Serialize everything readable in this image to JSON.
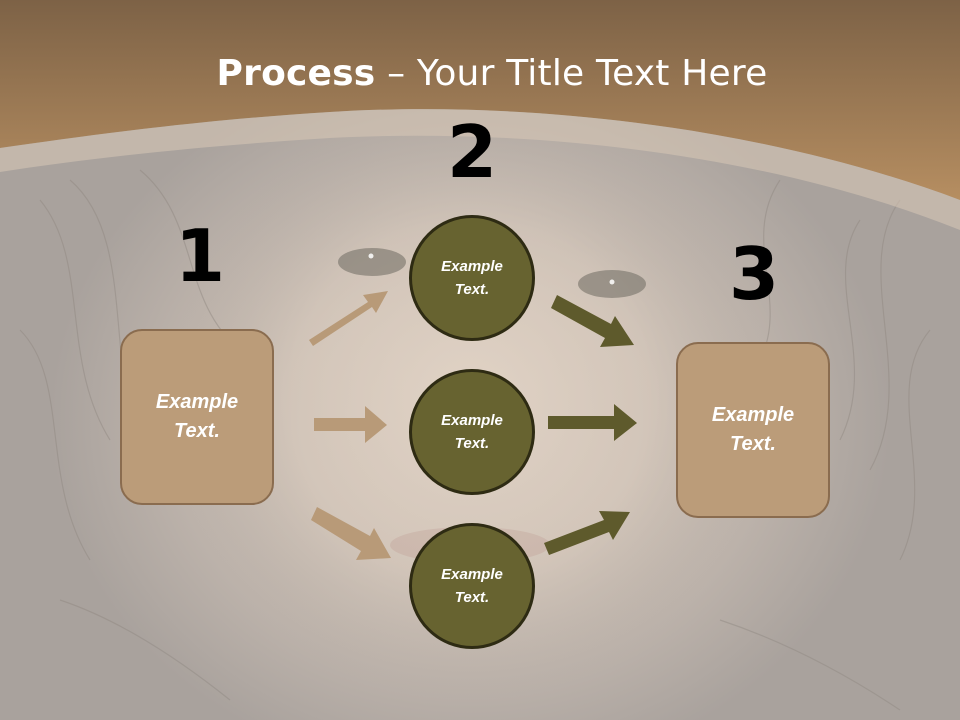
{
  "slide": {
    "title_bold": "Process",
    "title_rest": " – Your Title Text Here"
  },
  "steps": {
    "step1": "1",
    "step2": "2",
    "step3": "3"
  },
  "nodes": {
    "left_box": "Example\nText.",
    "circle_top": "Example\nText.",
    "circle_middle": "Example\nText.",
    "circle_bottom": "Example\nText.",
    "right_box": "Example\nText."
  },
  "colors": {
    "header": "#9c7a55",
    "box_fill": "#bb9c79",
    "circle_fill": "#676330",
    "arrow_tan": "#b89a78",
    "arrow_olive": "#5e5a2c"
  }
}
